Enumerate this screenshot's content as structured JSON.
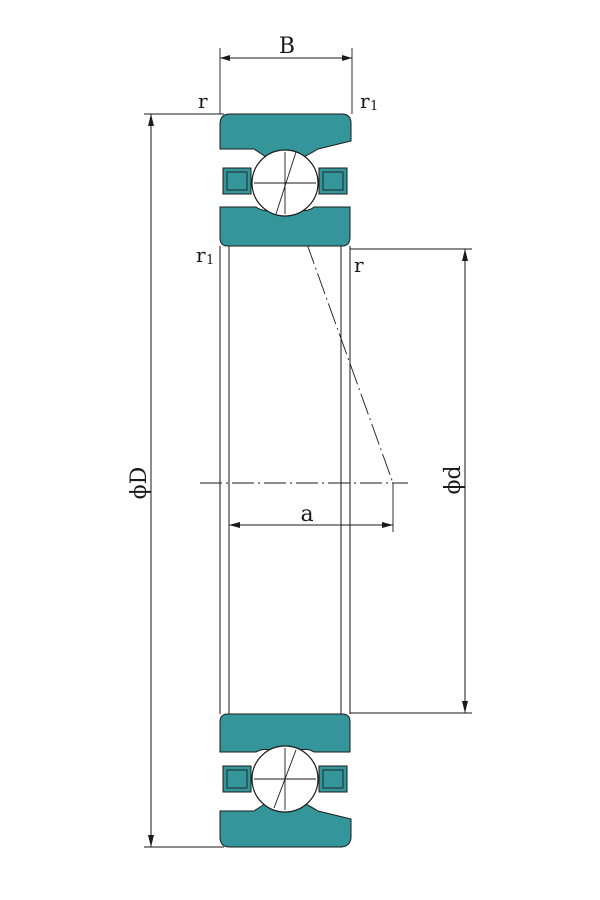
{
  "labels": {
    "width": "B",
    "radius": "r",
    "radius_1": "r",
    "radius_1_sub": "1",
    "outer_diameter": "ϕD",
    "inner_diameter": "ϕd",
    "pressure_point": "a"
  },
  "colors": {
    "ring_fill": "#34969a",
    "line": "#1a1a1a",
    "background": "#ffffff"
  }
}
